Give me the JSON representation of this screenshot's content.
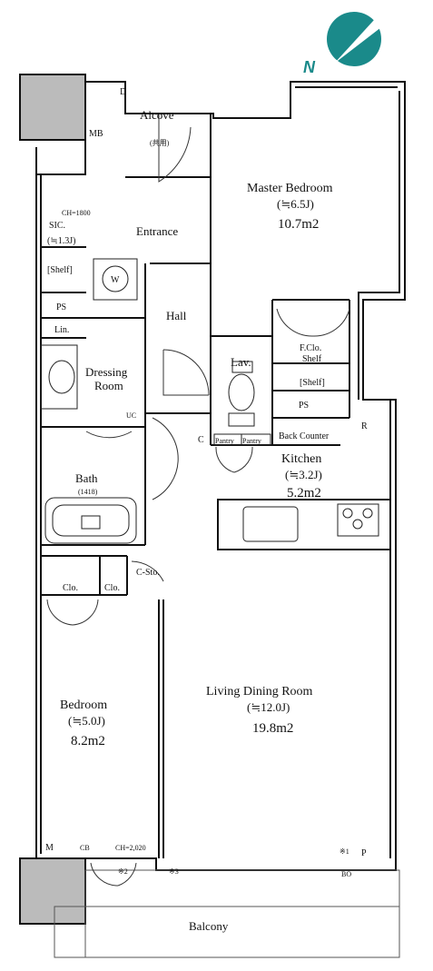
{
  "compass": {
    "label": "N",
    "color": "#1a8a8a"
  },
  "rooms": {
    "alcove": {
      "name": "Alcove",
      "note": "(共用)"
    },
    "mb": "MB",
    "master_bedroom": {
      "name": "Master Bedroom",
      "size": "(≒6.5J)",
      "area": "10.7m2"
    },
    "sic": {
      "name": "SIC.",
      "size": "(≒1.3J)",
      "ch": "CH=1800"
    },
    "entrance": "Entrance",
    "shelf_left": "[Shelf]",
    "w": "W",
    "ps_left": "PS",
    "hall": "Hall",
    "lin": "Lin.",
    "dressing": {
      "line1": "Dressing",
      "line2": "Room"
    },
    "lav": "Lav.",
    "f_clo": "F.Clo.",
    "shelf_fclo": "Shelf",
    "shelf_mid": "[Shelf]",
    "ps_mid": "PS",
    "r": "R",
    "uc": "UC",
    "pantry1": "Pantry",
    "pantry2": "Pantry",
    "back_counter": "Back Counter",
    "c_mark": "C",
    "kitchen": {
      "name": "Kitchen",
      "size": "(≒3.2J)",
      "area": "5.2m2"
    },
    "bath": {
      "name": "Bath",
      "size": "(1418)"
    },
    "c_sto": "C-Sto.",
    "clo1": "Clo.",
    "clo2": "Clo.",
    "bedroom": {
      "name": "Bedroom",
      "size": "(≒5.0J)",
      "area": "8.2m2"
    },
    "ldr": {
      "name": "Living Dining Room",
      "size": "(≒12.0J)",
      "area": "19.8m2"
    },
    "balcony": "Balcony",
    "cb": "CB",
    "ch2": "CH=2,020",
    "n2": "※2",
    "n3": "※3",
    "n1": "※1",
    "p": "P",
    "bo": "BO",
    "m": "M",
    "d": "D"
  }
}
